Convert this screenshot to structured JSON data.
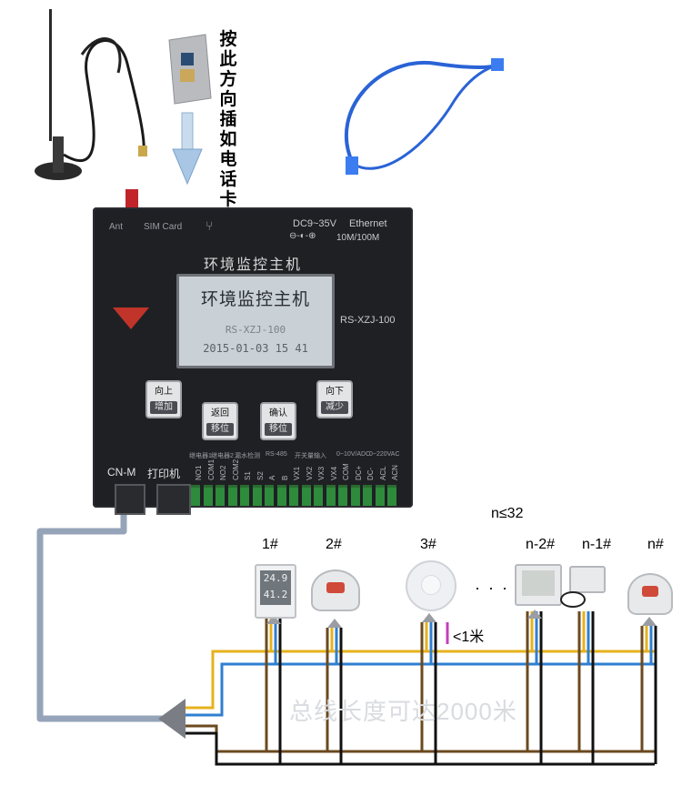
{
  "instruction_chars": [
    "按",
    "此",
    "方",
    "向",
    "插",
    "如",
    "电",
    "话",
    "卡"
  ],
  "device": {
    "ant": "Ant",
    "sim_card": "SIM Card",
    "power": "DC9~35V",
    "ethernet": "Ethernet",
    "speed": "10M/100M",
    "title": "环境监控主机",
    "model": "RS-XZJ-100",
    "lcd_title": "环境监控主机",
    "lcd_model": "RS-XZJ-100",
    "lcd_datetime": "2015-01-03 15 41",
    "buttons": [
      {
        "top": "向上",
        "bottom": "增加"
      },
      {
        "top": "返回",
        "bottom": "移位"
      },
      {
        "top": "确认",
        "bottom": "移位"
      },
      {
        "top": "向下",
        "bottom": "减少"
      }
    ],
    "port_left": "CN-M",
    "port_right": "打印机",
    "group_labels": [
      "继电器1",
      "继电器2",
      "漏水检测",
      "RS-485",
      "开关量输入",
      "0~10V/ADC",
      "0~220VAC"
    ],
    "terminal_labels": [
      "NO1",
      "COM1",
      "NO2",
      "COM2",
      "S1",
      "S2",
      "A",
      "B",
      "VX1",
      "VX2",
      "VX3",
      "VX4",
      "COM",
      "DC+",
      "DC-",
      "ACL",
      "ACN"
    ]
  },
  "node_limit": "n≤32",
  "node_labels": [
    "1#",
    "2#",
    "3#",
    "n-2#",
    "n-1#",
    "n#"
  ],
  "ellipsis": "·  ·  ·",
  "spacing_note": "<1米",
  "bus_note": "总线长度可达2000米",
  "sensor_display": {
    "top": "24.9",
    "bottom": "41.2"
  },
  "colors": {
    "device_body": "#1f2024",
    "wire_yellow": "#e6b21c",
    "wire_blue": "#2f7fd0",
    "wire_black": "#111111",
    "wire_brown": "#6b4a1f",
    "cable_blue": "#2a63d6",
    "terminal_green": "#2e8b3c",
    "bus_text": "#d9dbe0"
  }
}
